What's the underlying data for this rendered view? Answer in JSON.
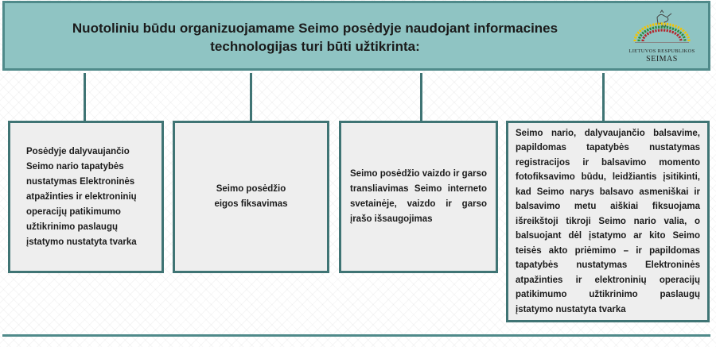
{
  "header": {
    "title": "Nuotoliniu būdu organizuojamame Seimo posėdyje naudojant informacines technologijas turi būti užtikrinta:",
    "logo": {
      "line1": "LIETUVOS RESPUBLIKOS",
      "line2": "SEIMAS",
      "colors": {
        "yellow": "#f2c300",
        "green": "#2a8a3a",
        "red": "#b3252a"
      }
    }
  },
  "boxes": [
    {
      "text": "Posėdyje dalyvaujančio Seimo nario tapatybės nustatymas Elektroninės atpažinties ir elektroninių operacijų patikimumo užtikrinimo paslaugų įstatymo nustatyta tvarka"
    },
    {
      "text": "Seimo posėdžio eigos fiksavimas"
    },
    {
      "text": "Seimo posėdžio vaizdo ir garso transliavimas Seimo interneto svetainėje, vaizdo ir garso įrašo išsaugojimas"
    },
    {
      "text": "Seimo nario, dalyvaujančio balsavime, papildomas tapatybės nustatymas registracijos ir balsavimo momento fotofiksavimo būdu, leidžiantis įsitikinti, kad Seimo narys balsavo asmeniškai ir balsavimo metu aiškiai fiksuojama išreikštoji tikroji Seimo nario valia, o balsuojant dėl įstatymo ar kito Seimo teisės akto priėmimo – ir papildomas tapatybės nustatymas Elektroninės atpažinties ir elektroninių operacijų patikimumo užtikrinimo paslaugų įstatymo nustatyta tvarka"
    }
  ],
  "colors": {
    "header_bg": "#8fc4c3",
    "border": "#3f7474",
    "box_bg": "#eeeeee"
  }
}
